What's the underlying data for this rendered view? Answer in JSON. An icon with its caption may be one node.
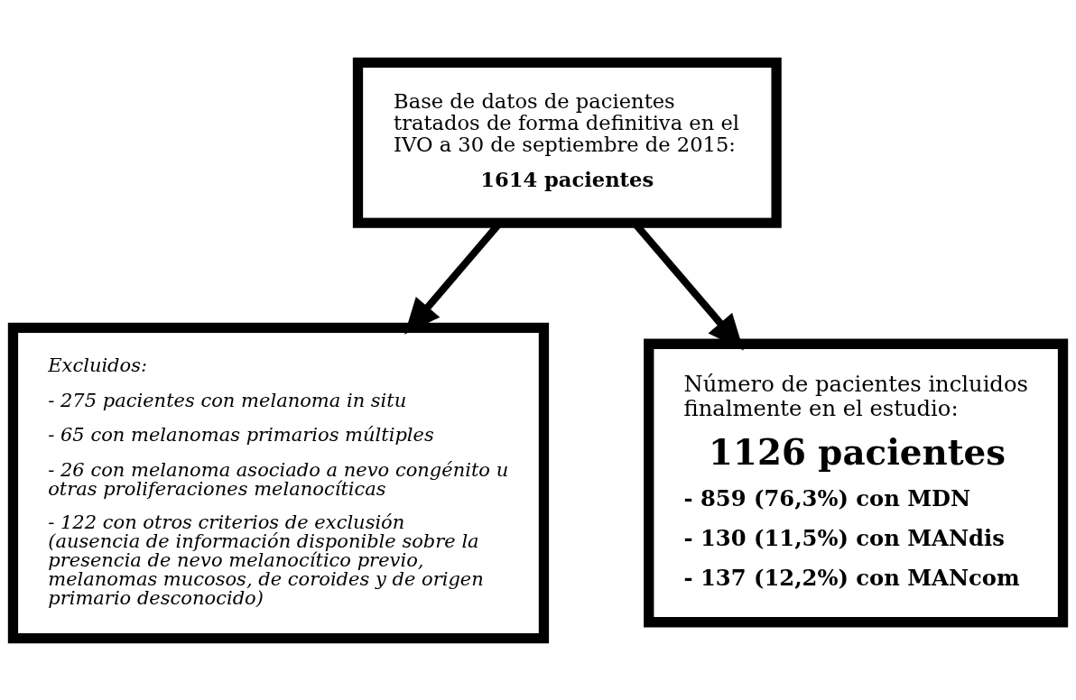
{
  "diagram": {
    "nodes": [
      {
        "text": [
          "Base de datos de pacientes tratados de forma definitiva en el IVO a 30 de septiembre de 2015:",
          "1614 pacientes"
        ]
      },
      {
        "text": [
          "Excluidos:",
          "- 275 pacientes con melanoma in situ",
          "- 65 con melanomas primarios múltiples",
          "- 26 con melanoma asociado a nevo congénito u otras proliferaciones melanocíticas",
          "- 122 con otros criterios de exclusión (ausencia de información disponible sobre la presencia de nevo melanocítico previo, melanomas mucosos, de coroides y de origen primario desconocido)"
        ]
      },
      {
        "text": [
          "Número de pacientes incluidos finalmente en el estudio:",
          "1126 pacientes",
          "- 859 (76,3%) con MDN",
          "- 130 (11,5%) con MANdis",
          "- 137 (12,2%) con MANcom"
        ]
      }
    ],
    "edges": [
      {
        "from": 0,
        "to": 1,
        "arrow": "to"
      },
      {
        "from": 0,
        "to": 2,
        "arrow": "to"
      }
    ]
  }
}
